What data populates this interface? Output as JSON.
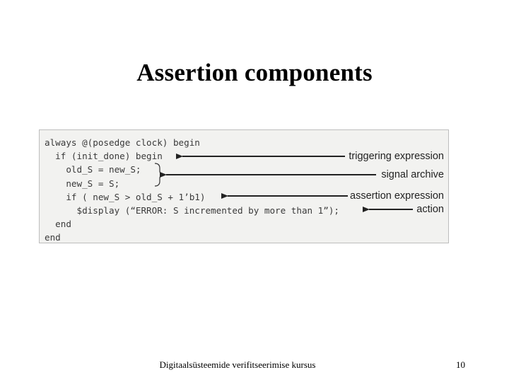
{
  "slide": {
    "title": "Assertion components",
    "footer": "Digitaalsüsteemide verifitseerimise kursus",
    "page_number": "10"
  },
  "code": {
    "lines": [
      "always @(posedge clock) begin",
      "  if (init_done) begin",
      "    old_S = new_S;",
      "    new_S = S;",
      "    if ( new_S > old_S + 1’b1)",
      "      $display (“ERROR: S incremented by more than 1”);",
      "  end",
      "end"
    ]
  },
  "annotations": {
    "triggering_expression": "triggering expression",
    "signal_archive": "signal archive",
    "assertion_expression": "assertion expression",
    "action": "action"
  }
}
